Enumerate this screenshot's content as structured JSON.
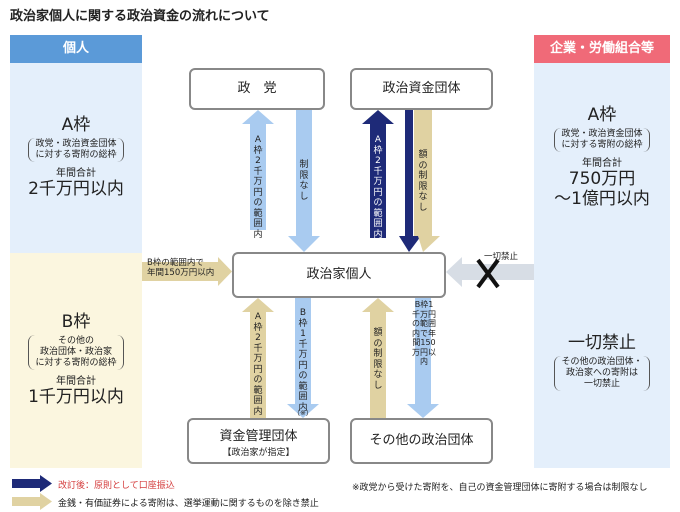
{
  "title": "政治家個人に関する政治資金の流れについて",
  "left_header": "個人",
  "right_header": "企業・労働組合等",
  "colors": {
    "blue_header": "#5b9ad8",
    "red_header": "#f06a78",
    "blue_panel": "#e4effb",
    "yellow_panel": "#fbf6df",
    "light_blue_arrow": "#a9cbf0",
    "navy_arrow": "#1e2a78",
    "tan_arrow": "#e0d2a2",
    "light_blue_panel_right": "#e4effb"
  },
  "panels": {
    "left_a": {
      "name": "A枠",
      "note_lines": [
        "政党・政治資金団体",
        "に対する寄附の総枠"
      ],
      "total_label": "年間合計",
      "total_value": "2千万円以内"
    },
    "left_b": {
      "name": "B枠",
      "note_lines": [
        "その他の",
        "政治団体・政治家",
        "に対する寄附の総枠"
      ],
      "total_label": "年間合計",
      "total_value": "1千万円以内"
    },
    "right_a": {
      "name": "A枠",
      "note_lines": [
        "政党・政治資金団体",
        "に対する寄附の総枠"
      ],
      "total_label": "年間合計",
      "total_value_1": "750万円",
      "total_value_2": "〜1億円以内"
    },
    "right_b": {
      "name": "一切禁止",
      "note_lines": [
        "その他の政治団体・",
        "政治家への寄附は",
        "一切禁止"
      ]
    }
  },
  "nodes": {
    "party": "政　党",
    "fund_group": "政治資金団体",
    "politician": "政治家個人",
    "management": "資金管理団体",
    "management_sub": "【政治家が指定】",
    "other_group": "その他の政治団体"
  },
  "arrow_labels": {
    "a_up_party": "A枠2千万円の範囲内",
    "party_down": "制限なし",
    "a_up_fund": "A枠2千万円の範囲内",
    "fund_down": "額の制限なし",
    "b_left": "B枠の範囲内で",
    "b_left_2": "年間150万円以内",
    "ban": "一切禁止",
    "mgmt_up": "A枠2千万円の範囲内",
    "mgmt_down": "B枠1千万円の範囲内",
    "mgmt_note": "（※）",
    "other_up": "額の制限なし",
    "other_down": "B枠1千万円の範囲内で年間150万円以内"
  },
  "legend": {
    "navy": "改訂後：原則として口座振込",
    "tan": "金銭・有価証券による寄附は、選挙運動に関するものを除き禁止",
    "footnote": "※政党から受けた寄附を、自己の資金管理団体に寄附する場合は制限なし"
  }
}
